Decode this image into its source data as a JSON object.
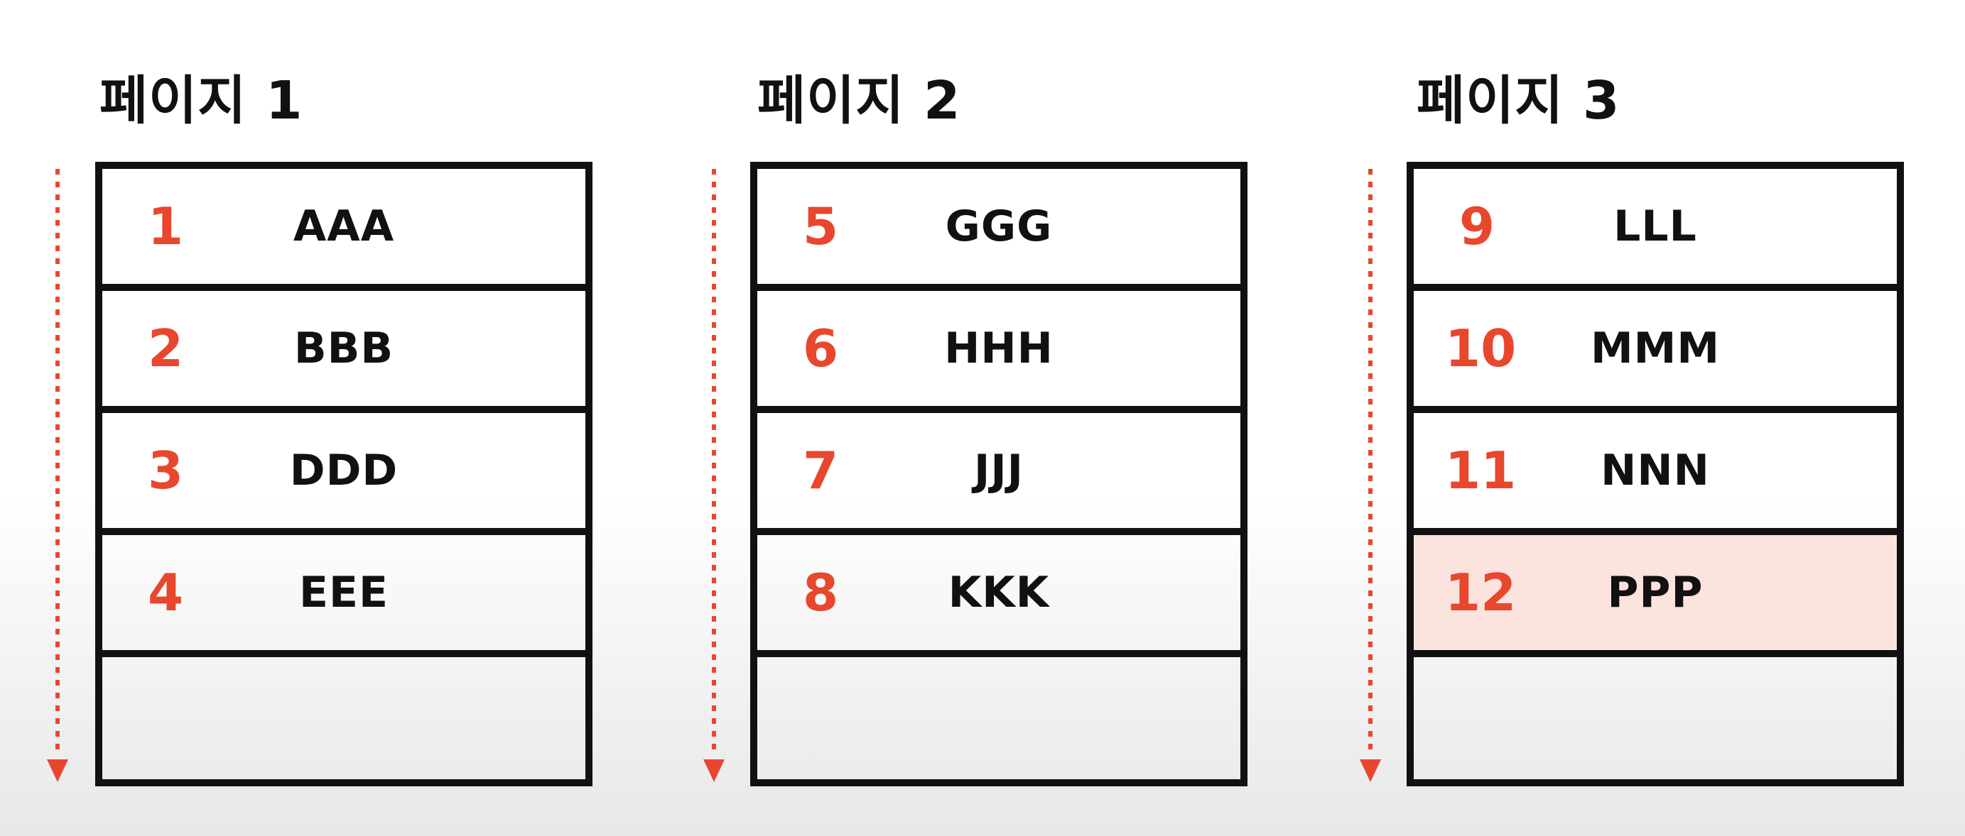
{
  "pages": [
    {
      "title": "페이지 1",
      "rows": [
        {
          "num": "1",
          "value": "AAA"
        },
        {
          "num": "2",
          "value": "BBB"
        },
        {
          "num": "3",
          "value": "DDD"
        },
        {
          "num": "4",
          "value": "EEE"
        },
        {
          "num": "",
          "value": ""
        }
      ]
    },
    {
      "title": "페이지 2",
      "rows": [
        {
          "num": "5",
          "value": "GGG"
        },
        {
          "num": "6",
          "value": "HHH"
        },
        {
          "num": "7",
          "value": "JJJ"
        },
        {
          "num": "8",
          "value": "KKK"
        },
        {
          "num": "",
          "value": ""
        }
      ]
    },
    {
      "title": "페이지 3",
      "rows": [
        {
          "num": "9",
          "value": "LLL"
        },
        {
          "num": "10",
          "value": "MMM"
        },
        {
          "num": "11",
          "value": "NNN"
        },
        {
          "num": "12",
          "value": "PPP",
          "highlighted": true
        },
        {
          "num": "",
          "value": ""
        }
      ]
    }
  ],
  "colors": {
    "accent": "#e8472e",
    "border": "#111111",
    "highlight": "#fbe3de"
  }
}
